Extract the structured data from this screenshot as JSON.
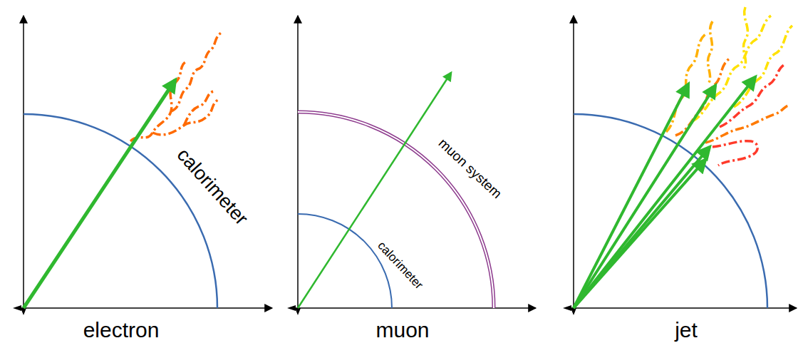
{
  "diagram": {
    "labels": [
      "calorimeter",
      "electron",
      "muon system",
      "calorimeter",
      "muon",
      "jet"
    ]
  }
}
